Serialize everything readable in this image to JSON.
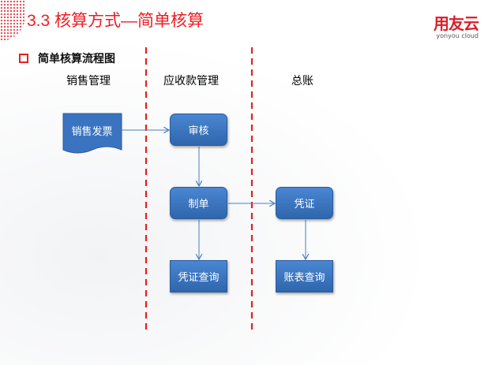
{
  "title": "3.3 核算方式—简单核算",
  "logo": {
    "main": "用友云",
    "sub": "yonyou cloud"
  },
  "subtitle": "简单核算流程图",
  "columns": [
    "销售管理",
    "应收款管理",
    "总账"
  ],
  "nodes": {
    "invoice": "销售发票",
    "audit": "审核",
    "make": "制单",
    "voucher": "凭证",
    "voucher_query": "凭证查询",
    "report_query": "账表查询"
  },
  "colors": {
    "accent": "#ee1d23",
    "box": "#3a74c0"
  }
}
